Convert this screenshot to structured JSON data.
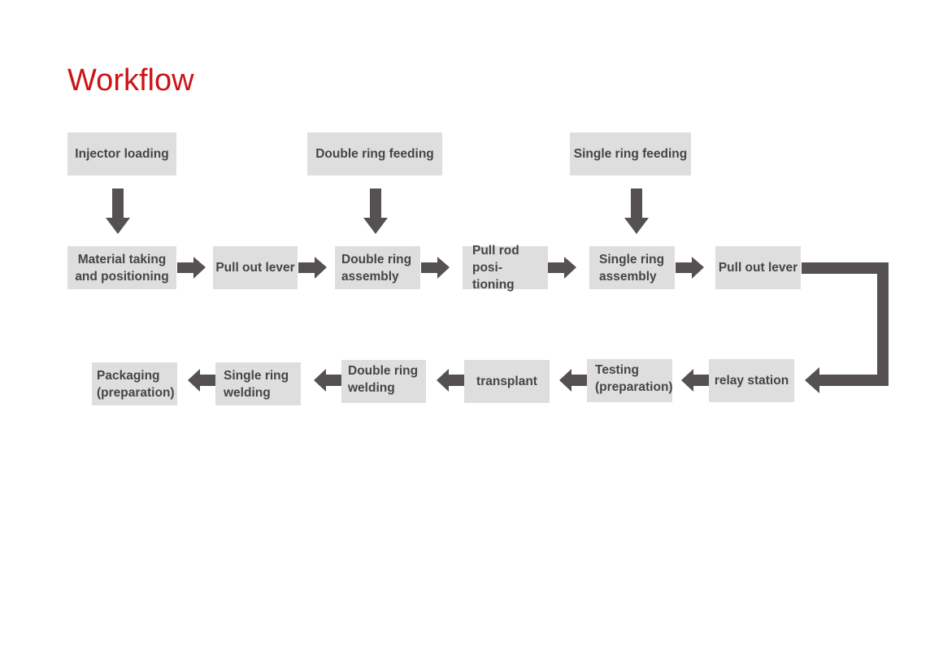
{
  "title": "Workflow",
  "colors": {
    "title": "#cc1417",
    "box_fill": "#dedede",
    "box_text": "#454545",
    "arrow": "#555152"
  },
  "feeds": [
    {
      "label": "Injector loading"
    },
    {
      "label": "Double ring feeding"
    },
    {
      "label": "Single ring feeding"
    }
  ],
  "row1": [
    {
      "lines": [
        "Material taking",
        "and positioning"
      ]
    },
    {
      "lines": [
        "Pull out lever"
      ]
    },
    {
      "lines": [
        "Double ring",
        "assembly"
      ]
    },
    {
      "lines": [
        "Pull rod posi-",
        "tioning"
      ]
    },
    {
      "lines": [
        "Single ring",
        "assembly"
      ]
    },
    {
      "lines": [
        "Pull out lever"
      ]
    }
  ],
  "row2": [
    {
      "lines": [
        "relay station"
      ]
    },
    {
      "lines": [
        "Testing",
        "(preparation)"
      ]
    },
    {
      "lines": [
        "transplant"
      ]
    },
    {
      "lines": [
        "Double ring",
        "welding"
      ]
    },
    {
      "lines": [
        "Single ring",
        "welding"
      ]
    },
    {
      "lines": [
        "Packaging",
        "(preparation)"
      ]
    }
  ]
}
